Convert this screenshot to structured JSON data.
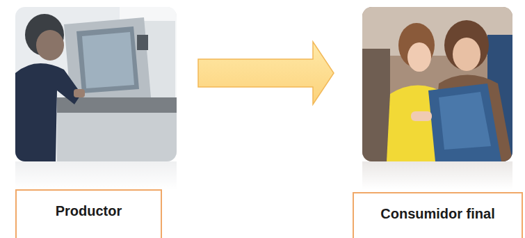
{
  "diagram": {
    "nodes": [
      {
        "text": [
          "Productor"
        ]
      },
      {
        "text": [
          "Consumidor final"
        ]
      }
    ],
    "edges": [
      {
        "from": 0,
        "to": 1,
        "arrow": "to"
      }
    ]
  }
}
